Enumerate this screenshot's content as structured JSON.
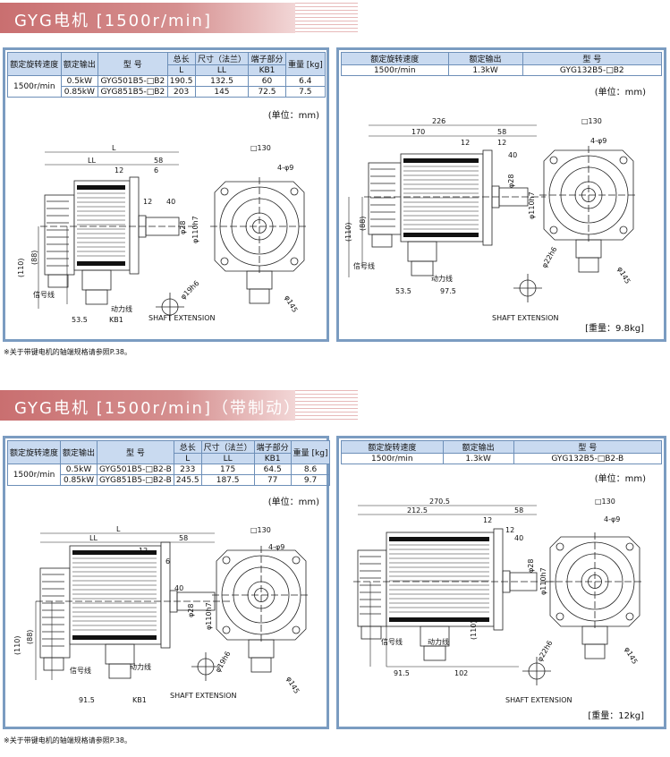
{
  "section1": {
    "title": "GYG电机 [1500r/min]",
    "note": "※关于带键电机的轴端规格请参照P.38。"
  },
  "section2": {
    "title": "GYG电机 [1500r/min]（带制动）",
    "note": "※关于带键电机的轴端规格请参照P.38。"
  },
  "headers": {
    "speed": "额定旋转速度",
    "output": "额定输出",
    "model": "型 号",
    "total": "总长",
    "size": "尺寸（法兰）",
    "terminal": "端子部分",
    "weight": "重量 [kg]",
    "L": "L",
    "LL": "LL",
    "KB1": "KB1"
  },
  "unit": "(单位：mm)",
  "t1": {
    "speed": "1500r/min",
    "rows": [
      {
        "output": "0.5kW",
        "model": "GYG501B5-□B2",
        "L": "190.5",
        "LL": "132.5",
        "KB1": "60",
        "weight": "6.4"
      },
      {
        "output": "0.85kW",
        "model": "GYG851B5-□B2",
        "L": "203",
        "LL": "145",
        "KB1": "72.5",
        "weight": "7.5"
      }
    ]
  },
  "t2": {
    "speed": "1500r/min",
    "output": "1.3kW",
    "model": "GYG132B5-□B2",
    "weight": "[重量：9.8kg]"
  },
  "t3": {
    "speed": "1500r/min",
    "rows": [
      {
        "output": "0.5kW",
        "model": "GYG501B5-□B2-B",
        "L": "233",
        "LL": "175",
        "KB1": "64.5",
        "weight": "8.6"
      },
      {
        "output": "0.85kW",
        "model": "GYG851B5-□B2-B",
        "L": "245.5",
        "LL": "187.5",
        "KB1": "77",
        "weight": "9.7"
      }
    ]
  },
  "t4": {
    "speed": "1500r/min",
    "output": "1.3kW",
    "model": "GYG132B5-□B2-B",
    "weight": "[重量：12kg]"
  },
  "labels": {
    "L": "L",
    "LL": "LL",
    "d58": "58",
    "d12": "12",
    "d6": "6",
    "d40": "40",
    "phi28": "φ28",
    "phi110": "φ110h7",
    "sq130": "□130",
    "holes": "4-φ9",
    "d110": "(110)",
    "d88": "(88)",
    "signal": "信号线",
    "power": "动力线",
    "d535": "53.5",
    "KB1": "KB1",
    "shaft": "SHAFT EXTENSION",
    "phi19": "φ19h6",
    "phi22": "φ22h6",
    "phi145": "φ145",
    "d226": "226",
    "d170": "170",
    "d975": "97.5",
    "d2705": "270.5",
    "d2125": "212.5",
    "d915": "91.5",
    "d102": "102"
  }
}
